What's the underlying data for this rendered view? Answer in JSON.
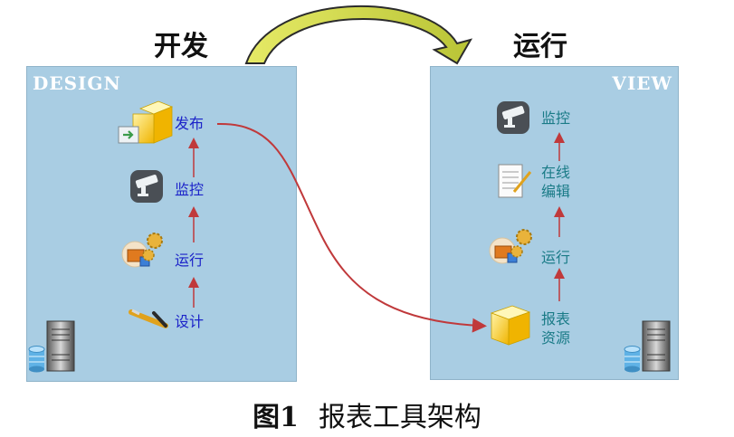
{
  "phases": {
    "design_title": "开发",
    "run_title": "运行"
  },
  "design_panel": {
    "label": "DESIGN",
    "nodes": {
      "publish": "发布",
      "monitor": "监控",
      "run": "运行",
      "design": "设计"
    }
  },
  "view_panel": {
    "label": "VIEW",
    "nodes": {
      "monitor": "监控",
      "online_edit": [
        "在线",
        "编辑"
      ],
      "run": "运行",
      "report_resource": [
        "报表",
        "资源"
      ]
    }
  },
  "caption": {
    "number": "图1",
    "text": "报表工具架构"
  },
  "colors": {
    "panel": "#a9cde3",
    "label_blue": "#1c23c9",
    "label_teal": "#1a7b87",
    "arrow_red": "#c0393b",
    "curve_arrow": "#c9d23a"
  },
  "icons": [
    "publish-box-icon",
    "camera-icon",
    "gears-box-icon",
    "pencil-icon",
    "document-icon",
    "cube-icon",
    "server-icon",
    "database-icon"
  ]
}
